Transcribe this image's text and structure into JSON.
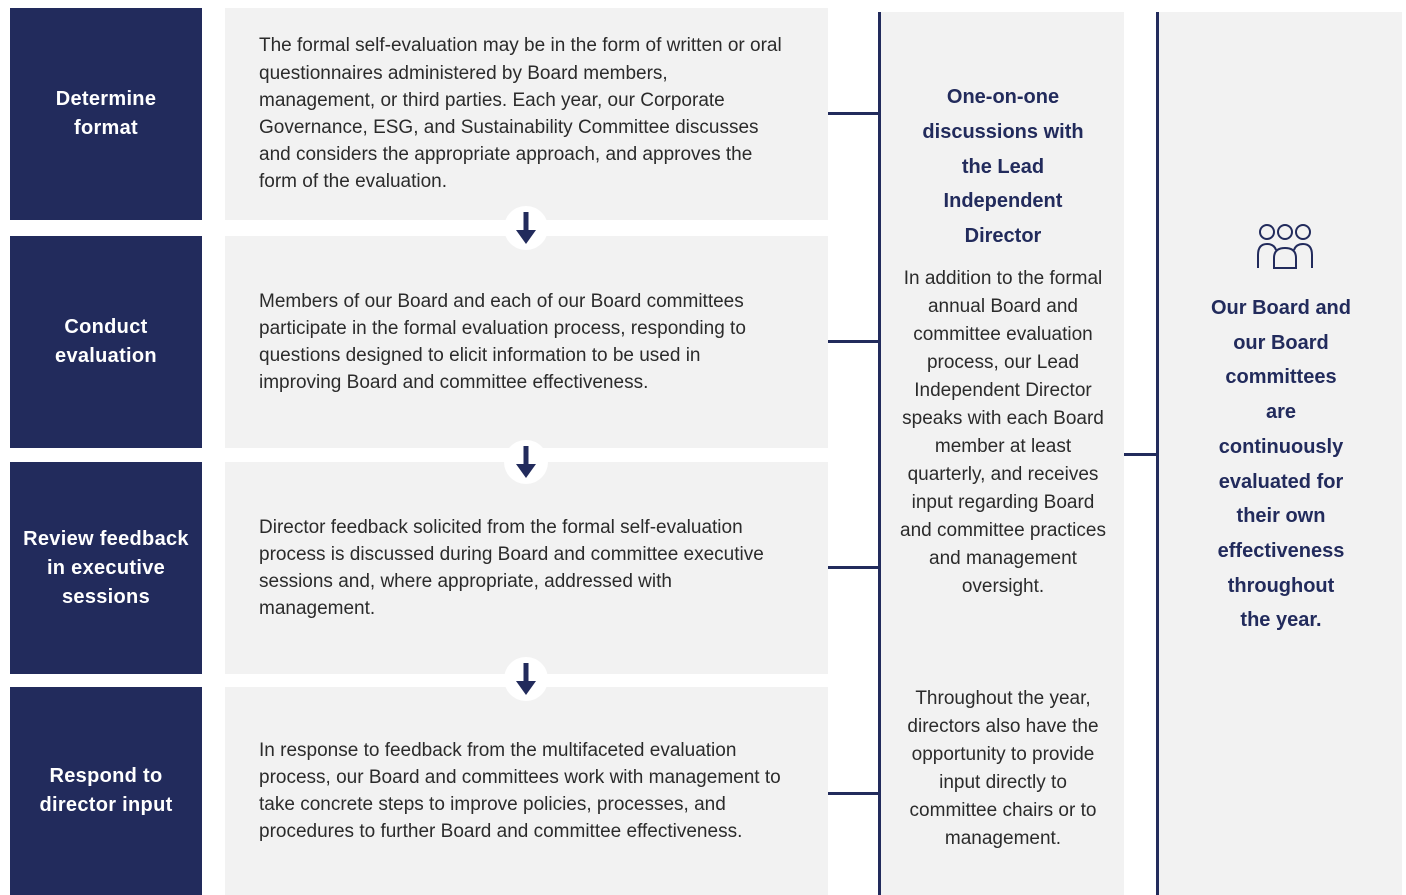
{
  "steps": [
    {
      "label": "Determine format",
      "description": "The formal self-evaluation may be in the form of written or oral questionnaires administered by Board members, management, or third parties. Each year, our Corporate Governance, ESG, and Sustainability Committee discusses and considers the appropriate approach, and approves the form of the evaluation."
    },
    {
      "label": "Conduct evaluation",
      "description": "Members of our Board and each of our Board committees participate in the formal evaluation process, responding to questions designed to elicit information to be used in improving Board and committee effectiveness."
    },
    {
      "label": "Review feedback in executive sessions",
      "description": "Director feedback solicited from the formal self-evaluation process is discussed during Board and committee executive sessions and, where appropriate, addressed with management."
    },
    {
      "label": "Respond to director input",
      "description": "In response to feedback from the multifaceted evaluation process, our Board and committees work with management to take concrete steps to improve policies, processes, and procedures to further Board and committee effectiveness."
    }
  ],
  "middle": {
    "title": "One-on-one discussions with the Lead Independent Director",
    "paragraph1": "In addition to the formal annual Board and committee evaluation process, our Lead Independent Director speaks with each Board member at least quarterly, and receives input regarding Board and committee practices and management oversight.",
    "paragraph2": "Throughout the year, directors also have the opportunity to provide input directly to committee chairs or to management."
  },
  "right": {
    "icon": "people-group-icon",
    "text": "Our Board and our Board committees are continuously evaluated for their own effectiveness throughout the year."
  },
  "colors": {
    "navy": "#222b5c",
    "panel": "#f2f2f2",
    "body_text": "#2b2b2b"
  }
}
